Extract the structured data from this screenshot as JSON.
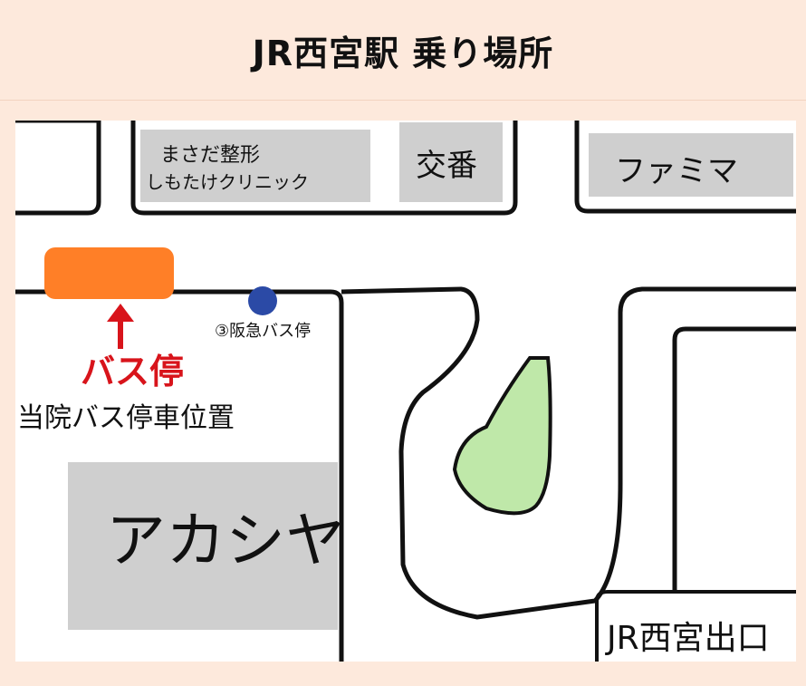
{
  "title": "JR西宮駅 乗り場所",
  "map": {
    "buildings": {
      "clinic_line1": "まさだ整形",
      "clinic_line2": "しもたけクリニック",
      "koban": "交番",
      "famima": "ファミマ",
      "akashiya": "アカシヤ",
      "jr_exit": "JR西宮出口"
    },
    "bus_stop": {
      "arrow_label": "バス停",
      "caption": "当院バス停車位置"
    },
    "hankyu_stop": {
      "label": "③阪急バス停"
    }
  },
  "colors": {
    "bus_stop_marker": "#ff7f27",
    "hankyu_dot": "#2b4aa6",
    "bus_label": "#d8141b",
    "park": "#bfe8a9",
    "building_gray": "#cfcfcf"
  }
}
